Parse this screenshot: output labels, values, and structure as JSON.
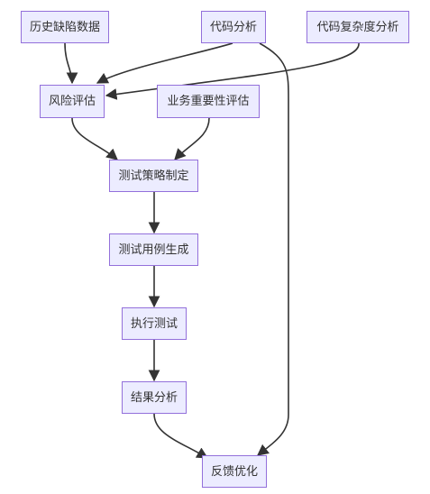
{
  "nodes": {
    "defect_history": "历史缺陷数据",
    "code_analysis": "代码分析",
    "code_complexity": "代码复杂度分析",
    "risk_assessment": "风险评估",
    "business_importance": "业务重要性评估",
    "test_strategy": "测试策略制定",
    "test_case_generation": "测试用例生成",
    "execute_tests": "执行测试",
    "result_analysis": "结果分析",
    "feedback_optimization": "反馈优化"
  },
  "colors": {
    "node_fill": "#ECECFF",
    "node_border": "#9370DB",
    "edge": "#333333",
    "text": "#333333"
  }
}
